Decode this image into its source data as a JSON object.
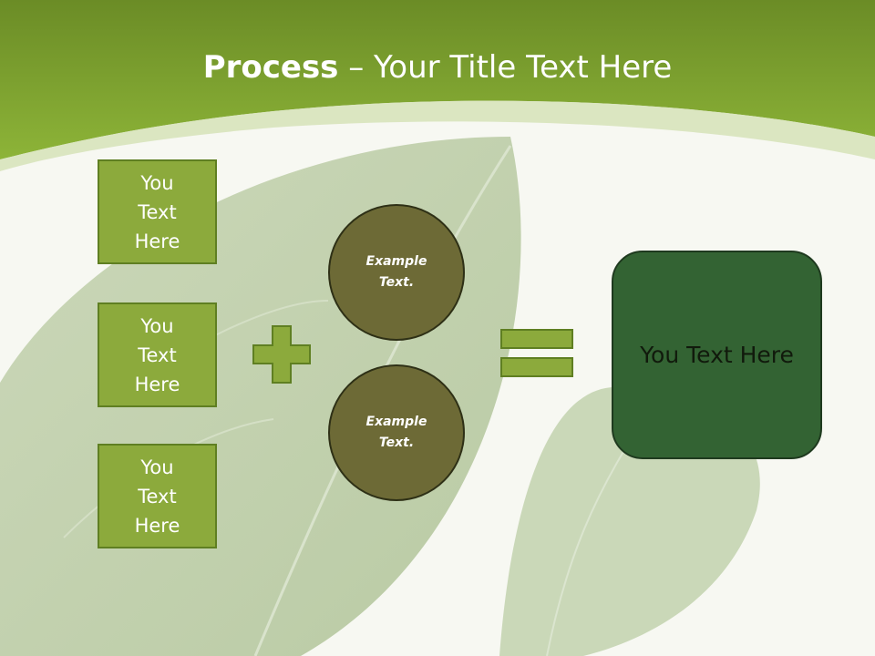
{
  "slide": {
    "title_bold": "Process",
    "title_rest": " – Your Title Text Here"
  },
  "inputs": [
    {
      "label": "You Text Here"
    },
    {
      "label": "You Text Here"
    },
    {
      "label": "You Text Here"
    }
  ],
  "circles": [
    {
      "label": "Example Text."
    },
    {
      "label": "Example Text."
    }
  ],
  "result": {
    "label": "You Text Here"
  },
  "operators": {
    "plus": "plus-icon",
    "equals": "equals-icon"
  },
  "colors": {
    "header": "#7ea62e",
    "box_fill": "#8caa3c",
    "circle_fill": "#6d6a36",
    "result_fill": "#336333",
    "background": "#f7f8f2"
  }
}
